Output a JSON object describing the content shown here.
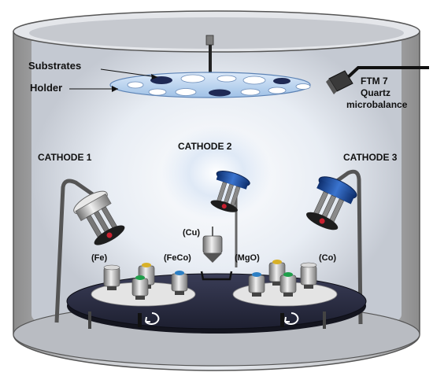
{
  "labels": {
    "substrates": "Substrates",
    "holder": "Holder",
    "ftm_line1": "FTM 7",
    "ftm_line2": "Quartz",
    "ftm_line3": "microbalance",
    "cathode1": "CATHODE 1",
    "cathode2": "CATHODE 2",
    "cathode3": "CATHODE 3",
    "cu": "(Cu)",
    "fe": "(Fe)",
    "feco": "(FeCo)",
    "mgo": "(MgO)",
    "co": "(Co)"
  },
  "colors": {
    "chamber_wall": "#9a9a9a",
    "chamber_inner_glow": "#eef2f8",
    "rotating_table": "#2b2d42",
    "substrate_holder": "#bcd6f2",
    "cathode_ring_blue": "#1b4fa0",
    "target_cap_yellow": "#d8b128",
    "target_cap_green": "#1e9e4a",
    "target_cap_blue": "#2c7fc4",
    "target_cap_red": "#c82030"
  },
  "icons": {
    "rotation_left": "rotation-arrow-icon",
    "rotation_right": "rotation-arrow-icon"
  }
}
